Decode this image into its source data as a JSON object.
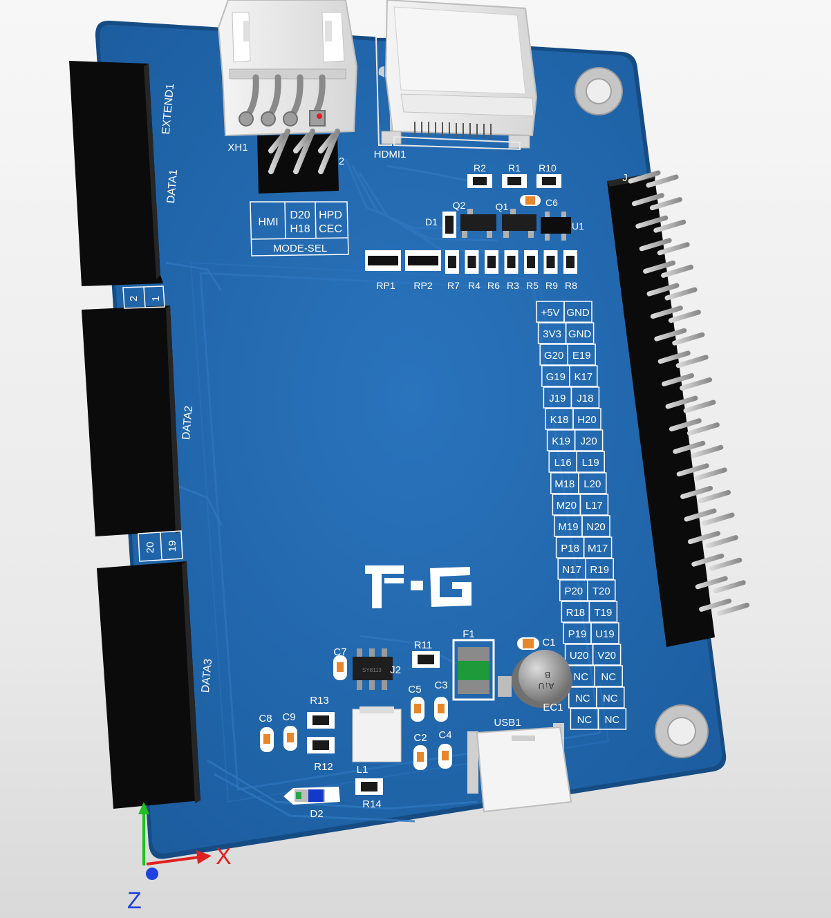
{
  "board": {
    "colors": {
      "pcb": "#1c5fa3",
      "pcb_edge": "#164c84",
      "silk": "#ffffff",
      "header_black": "#0b0b0b",
      "pin": "#b8b8b8",
      "background": "#eeeeee"
    },
    "logo_icon": "logo-glyphs-icon",
    "header_labels": {
      "extend1": "EXTEND1",
      "data1": "DATA1",
      "data2": "DATA2",
      "data3": "DATA3"
    },
    "pin_numbers": {
      "a": "2",
      "b": "1",
      "c": "20",
      "d": "19"
    },
    "connectors": {
      "xh1": "XH1",
      "hdmi1": "HDMI1",
      "j2": "J2",
      "usb1": "USB1",
      "j_top": "J",
      "two": "2"
    },
    "mode_sel": {
      "title": "MODE-SEL",
      "hmi": "HMI",
      "d20": "D20",
      "h18": "H18",
      "hpd": "HPD",
      "cec": "CEC"
    },
    "refs": {
      "r2": "R2",
      "r1": "R1",
      "r10": "R10",
      "c6": "C6",
      "q2": "Q2",
      "q1": "Q1",
      "d1": "D1",
      "u1": "U1",
      "rp1": "RP1",
      "rp2": "RP2",
      "r7": "R7",
      "r4": "R4",
      "r6": "R6",
      "r3": "R3",
      "r5": "R5",
      "r9": "R9",
      "r8": "R8",
      "f1": "F1",
      "c1": "C1",
      "ec1": "EC1",
      "ec1_mark": "B",
      "ec1_mark2": "A↓U",
      "c7": "C7",
      "r11": "R11",
      "c5": "C5",
      "c3": "C3",
      "c2": "C2",
      "c4": "C4",
      "c8": "C8",
      "c9": "C9",
      "r13": "R13",
      "r12": "R12",
      "l1": "L1",
      "r14": "R14",
      "d2": "D2"
    },
    "pin_table": [
      [
        "+5V",
        "GND"
      ],
      [
        "3V3",
        "GND"
      ],
      [
        "G20",
        "E19"
      ],
      [
        "G19",
        "K17"
      ],
      [
        "J19",
        "J18"
      ],
      [
        "K18",
        "H20"
      ],
      [
        "K19",
        "J20"
      ],
      [
        "L16",
        "L19"
      ],
      [
        "M18",
        "L20"
      ],
      [
        "M20",
        "L17"
      ],
      [
        "M19",
        "N20"
      ],
      [
        "P18",
        "M17"
      ],
      [
        "N17",
        "R19"
      ],
      [
        "P20",
        "T20"
      ],
      [
        "R18",
        "T19"
      ],
      [
        "P19",
        "U19"
      ],
      [
        "U20",
        "V20"
      ],
      [
        "NC",
        "NC"
      ],
      [
        "NC",
        "NC"
      ],
      [
        "NC",
        "NC"
      ]
    ]
  },
  "axes": {
    "x": "X",
    "z": "Z",
    "x_color": "#e02020",
    "y_color": "#20c020",
    "z_color": "#2040e0"
  }
}
